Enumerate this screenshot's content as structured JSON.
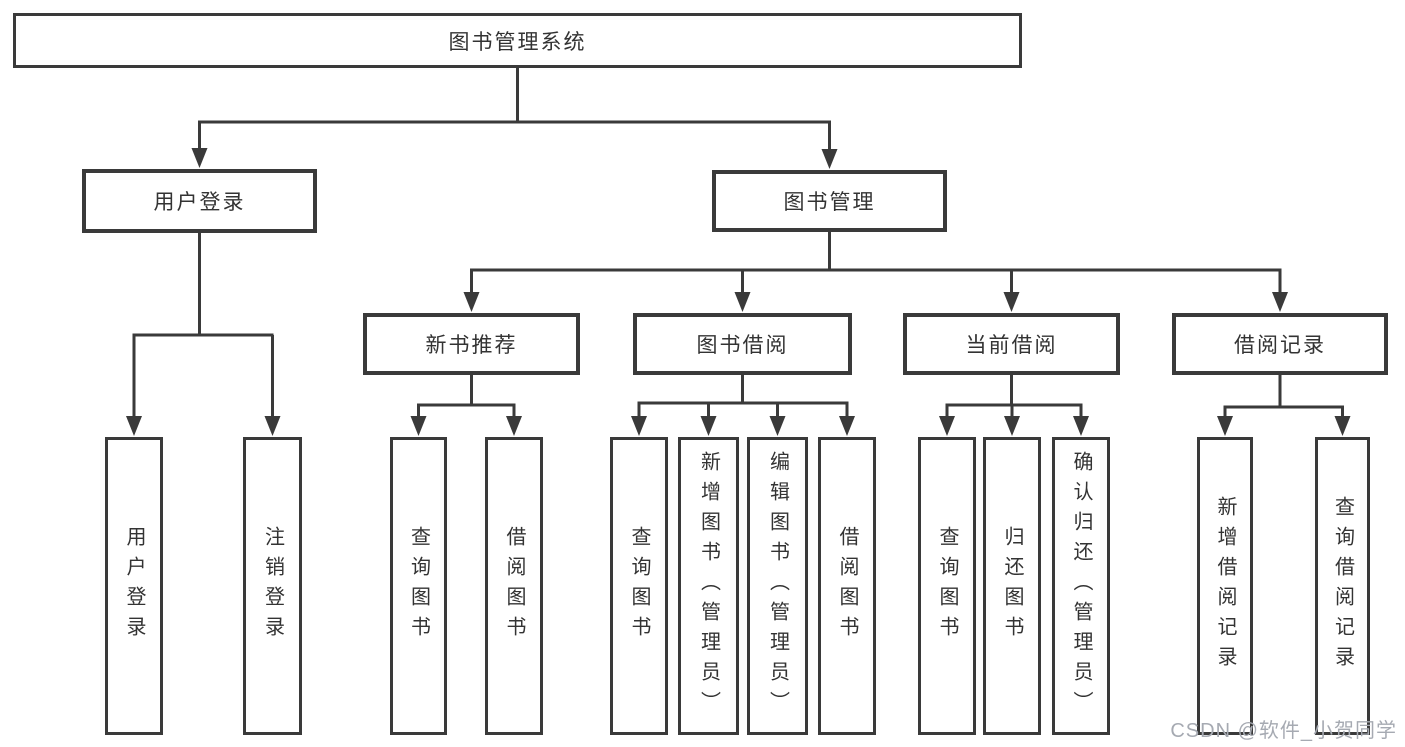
{
  "diagram": {
    "title": "图书管理系统",
    "nodes": {
      "root": "图书管理系统",
      "user_login": "用户登录",
      "book_mgmt": "图书管理",
      "new_book_rec": "新书推荐",
      "book_borrow": "图书借阅",
      "current_borrow": "当前借阅",
      "borrow_record": "借阅记录",
      "leaf_user_login": "用户登录",
      "leaf_logout": "注销登录",
      "leaf_query_book_rec": "查询图书",
      "leaf_borrow_book_rec": "借阅图书",
      "leaf_query_book_borrow": "查询图书",
      "leaf_add_book": "新增图书（管理员）",
      "leaf_edit_book": "编辑图书（管理员）",
      "leaf_borrow_book": "借阅图书",
      "leaf_query_book_current": "查询图书",
      "leaf_return_book": "归还图书",
      "leaf_confirm_return": "确认归还（管理员）",
      "leaf_add_borrow_record": "新增借阅记录",
      "leaf_query_borrow_record": "查询借阅记录"
    }
  },
  "watermark": "CSDN @软件_小贺同学",
  "colors": {
    "line": "#3a3a3a",
    "text": "#333333",
    "watermark": "#a6aab2",
    "background": "#ffffff"
  }
}
